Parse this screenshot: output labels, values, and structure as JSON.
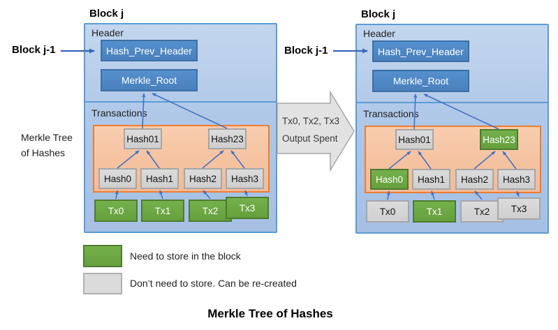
{
  "title": "Merkle Tree of Hashes",
  "colors": {
    "block_fill": "#AFC8E8",
    "block_border": "#5B9BD5",
    "blue_node_fill": "#4E86C5",
    "blue_node_border": "#3D6FA5",
    "tree_fill": "#F6C7A6",
    "tree_border": "#ED7D31",
    "gray_node_fill": "#D6D6D6",
    "gray_node_border": "#A6A6A6",
    "green_node_fill": "#6CAB45",
    "green_node_border": "#4F7B30",
    "wire_blue": "#4472C4",
    "big_arrow_fill": "#E2E2E2",
    "big_arrow_border": "#A6A6A6"
  },
  "side_label": {
    "line1": "Merkle Tree",
    "line2": "of Hashes"
  },
  "transition_arrow": {
    "line1": "Tx0, Tx2, Tx3",
    "line2": "Output Spent"
  },
  "left_block": {
    "title": "Block j",
    "prev_block_label": "Block j-1",
    "header_label": "Header",
    "transactions_label": "Transactions",
    "hash_prev_header": "Hash_Prev_Header",
    "merkle_root": "Merkle_Root",
    "nodes": [
      {
        "id": "hash01",
        "label": "Hash01",
        "variant": "gray"
      },
      {
        "id": "hash23",
        "label": "Hash23",
        "variant": "gray"
      },
      {
        "id": "hash0",
        "label": "Hash0",
        "variant": "gray"
      },
      {
        "id": "hash1",
        "label": "Hash1",
        "variant": "gray"
      },
      {
        "id": "hash2",
        "label": "Hash2",
        "variant": "gray"
      },
      {
        "id": "hash3",
        "label": "Hash3",
        "variant": "gray"
      },
      {
        "id": "tx0",
        "label": "Tx0",
        "variant": "green"
      },
      {
        "id": "tx1",
        "label": "Tx1",
        "variant": "green"
      },
      {
        "id": "tx2",
        "label": "Tx2",
        "variant": "green"
      },
      {
        "id": "tx3",
        "label": "Tx3",
        "variant": "green"
      }
    ]
  },
  "right_block": {
    "title": "Block j",
    "prev_block_label": "Block j-1",
    "header_label": "Header",
    "transactions_label": "Transactions",
    "hash_prev_header": "Hash_Prev_Header",
    "merkle_root": "Merkle_Root",
    "nodes": [
      {
        "id": "hash01",
        "label": "Hash01",
        "variant": "gray"
      },
      {
        "id": "hash23",
        "label": "Hash23",
        "variant": "green"
      },
      {
        "id": "hash0",
        "label": "Hash0",
        "variant": "green"
      },
      {
        "id": "hash1",
        "label": "Hash1",
        "variant": "gray"
      },
      {
        "id": "hash2",
        "label": "Hash2",
        "variant": "gray"
      },
      {
        "id": "hash3",
        "label": "Hash3",
        "variant": "gray"
      },
      {
        "id": "tx0",
        "label": "Tx0",
        "variant": "gray"
      },
      {
        "id": "tx1",
        "label": "Tx1",
        "variant": "green"
      },
      {
        "id": "tx2",
        "label": "Tx2",
        "variant": "gray"
      },
      {
        "id": "tx3",
        "label": "Tx3",
        "variant": "gray"
      }
    ]
  },
  "legend": {
    "items": [
      {
        "variant": "green",
        "label": "Need to store in the block"
      },
      {
        "variant": "gray",
        "label": "Don’t need to store. Can be re-created"
      }
    ]
  }
}
